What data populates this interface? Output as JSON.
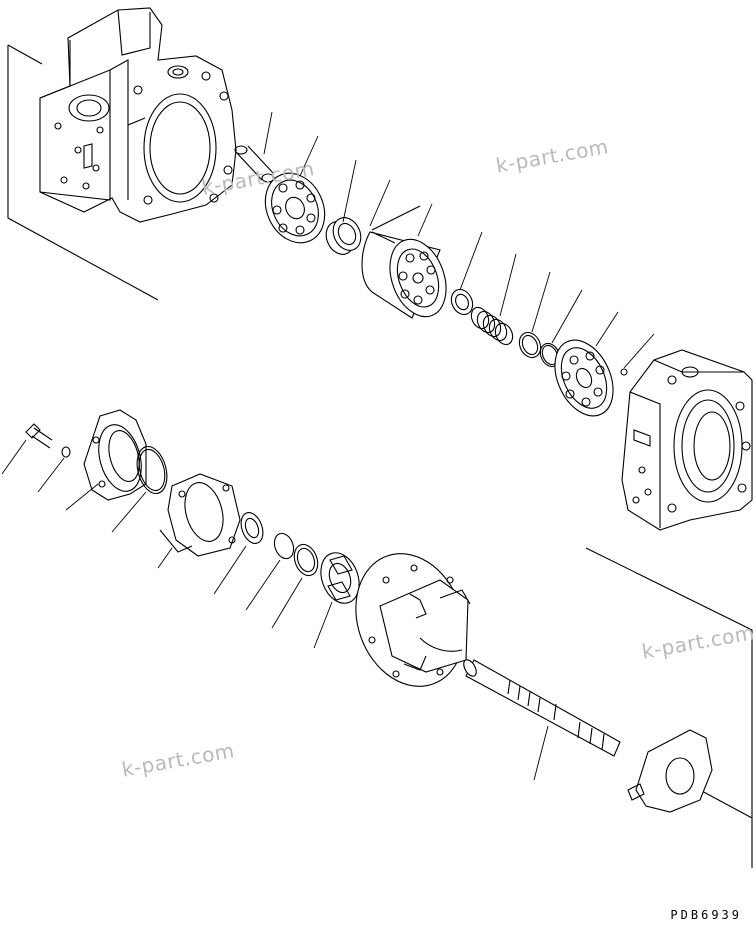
{
  "watermarks": [
    "k-part.com",
    "k-part.com",
    "k-part.com",
    "k-part.com"
  ],
  "drawing_code": "PDB6939"
}
